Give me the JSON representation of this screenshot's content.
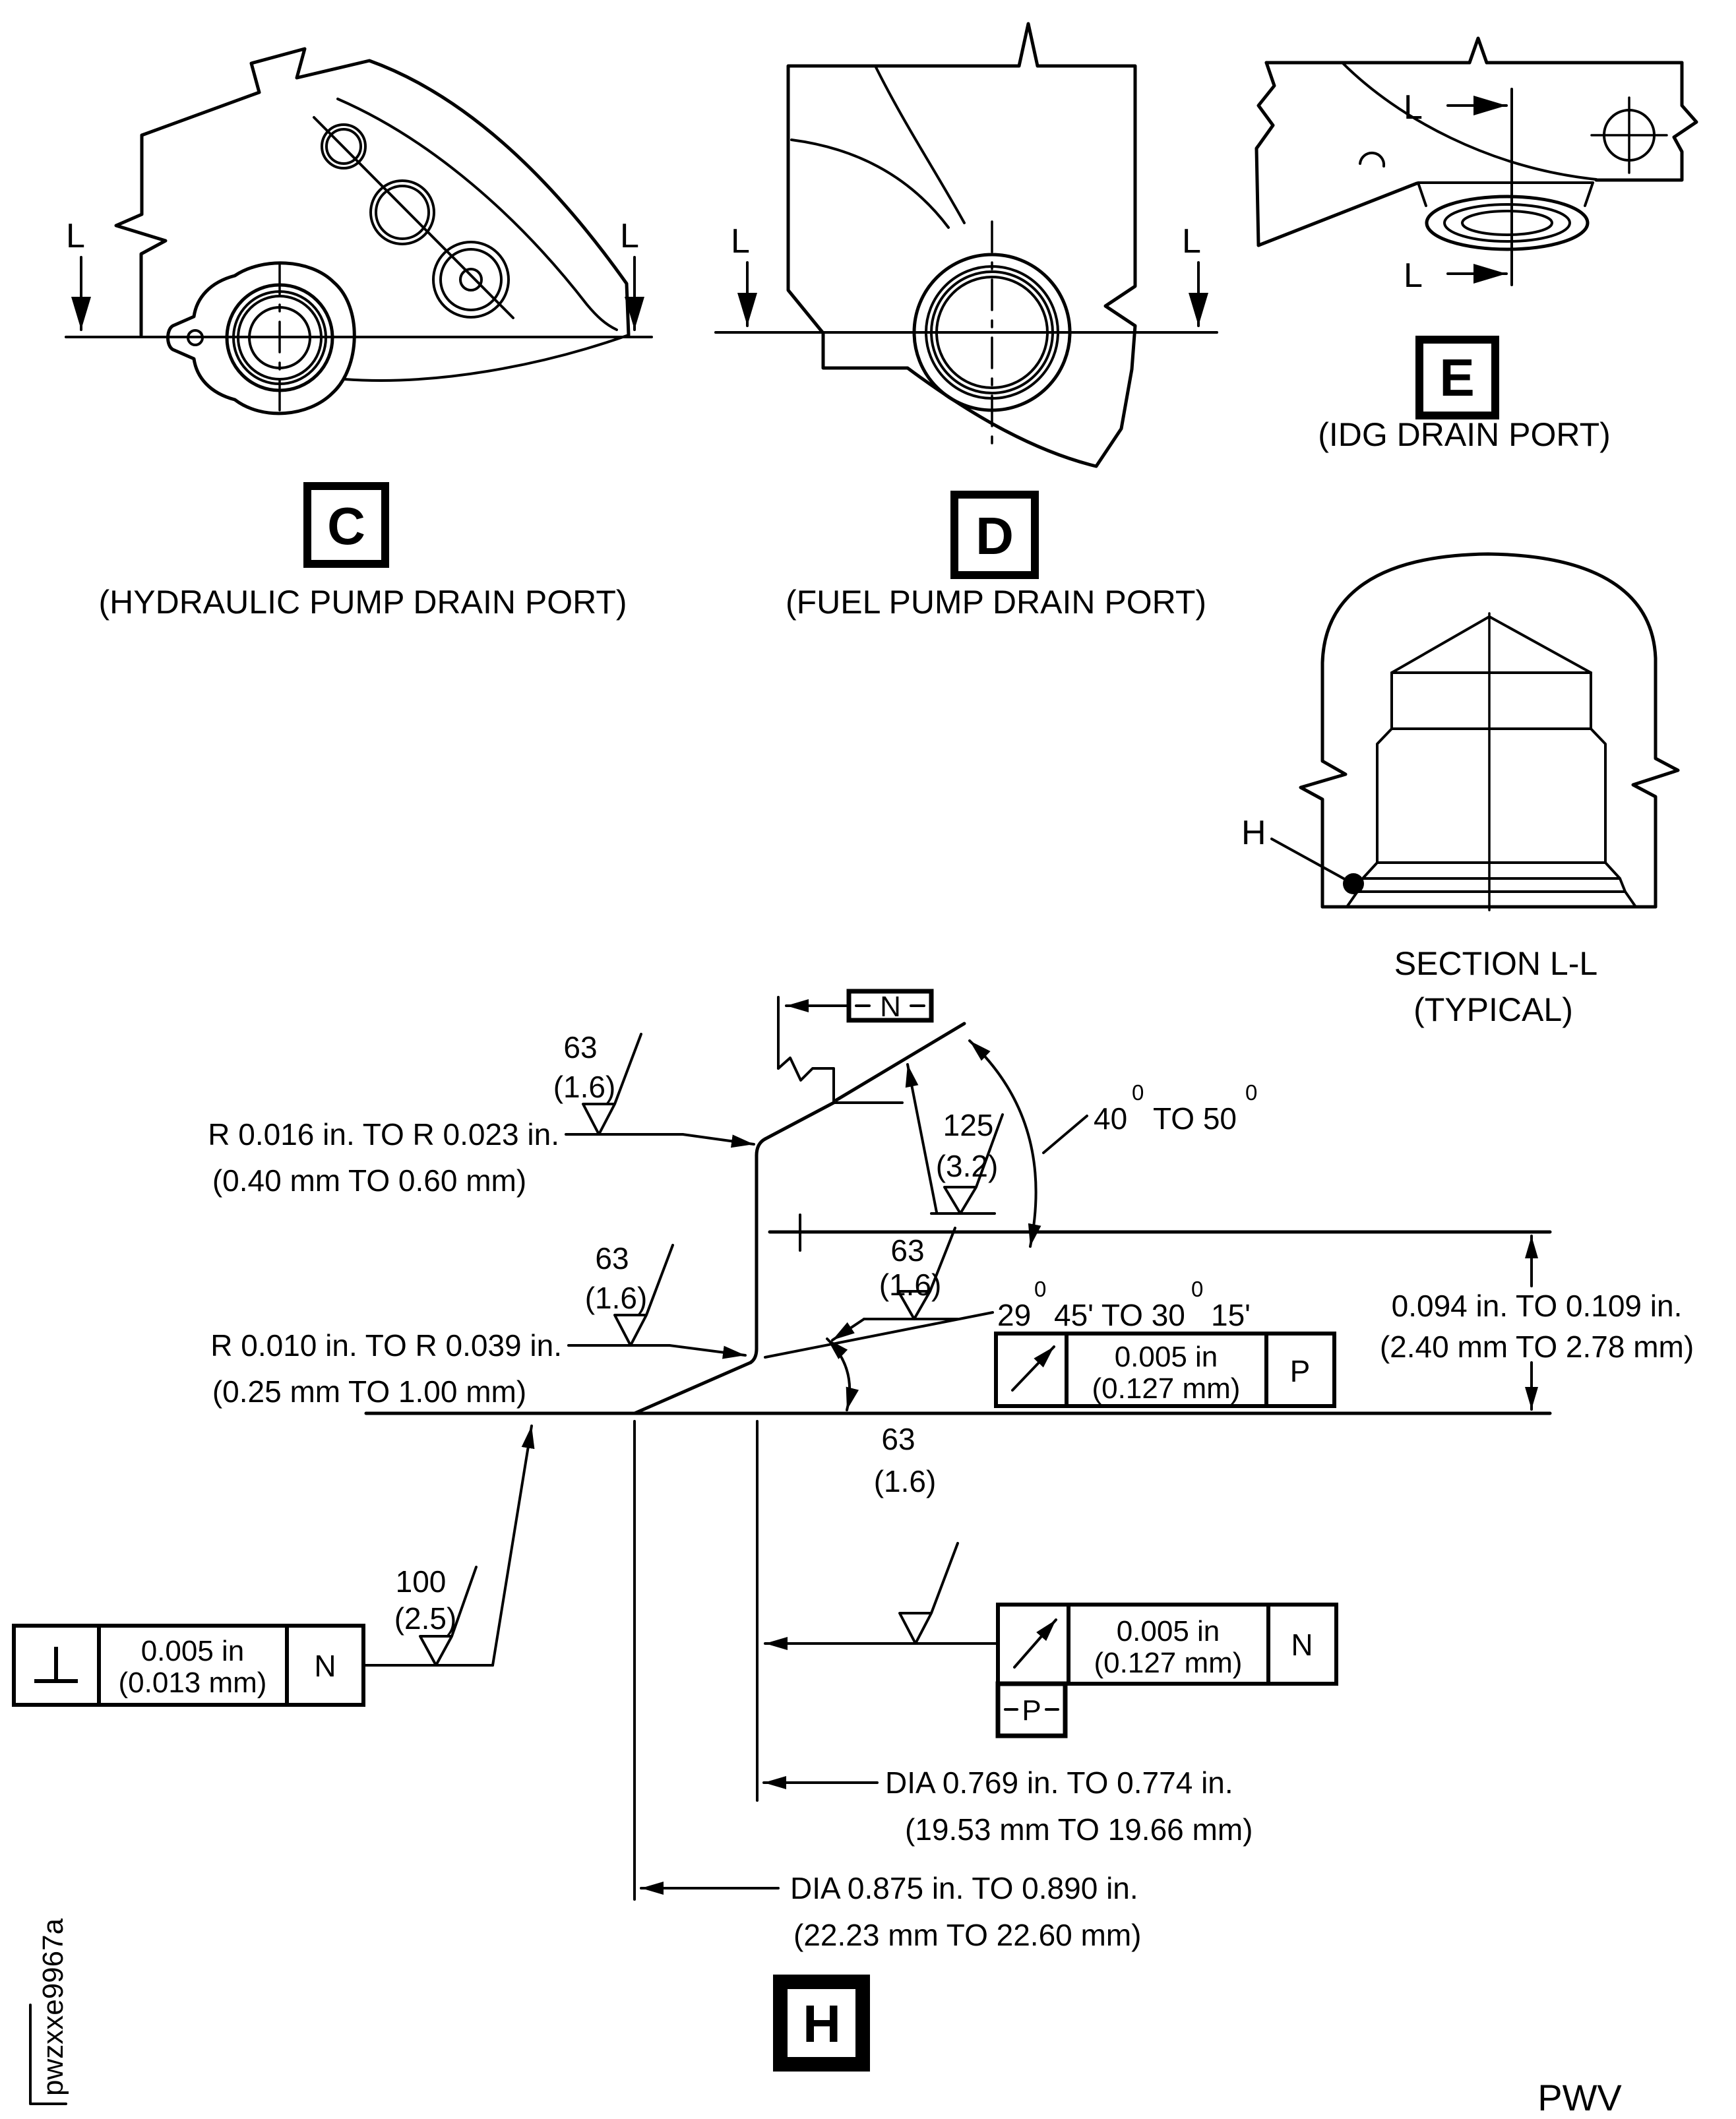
{
  "labels": {
    "section_letter": "L"
  },
  "views": {
    "c": {
      "letter": "C",
      "caption": "(HYDRAULIC PUMP DRAIN PORT)"
    },
    "d": {
      "letter": "D",
      "caption": "(FUEL PUMP DRAIN PORT)"
    },
    "e": {
      "letter": "E",
      "caption": "(IDG DRAIN PORT)"
    },
    "section": {
      "title": "SECTION L-L",
      "subtitle": "(TYPICAL)",
      "pointer": "H"
    },
    "h": {
      "letter": "H"
    }
  },
  "finish": {
    "f63": "63",
    "f63_mm": "(1.6)",
    "f125": "125",
    "f125_mm": "(3.2)",
    "f100": "100",
    "f100_mm": "(2.5)"
  },
  "radius_callouts": {
    "r1_in": "R 0.016 in. TO R 0.023 in.",
    "r1_mm": "(0.40 mm TO 0.60 mm)",
    "r2_in": "R 0.010 in. TO R 0.039 in.",
    "r2_mm": "(0.25 mm TO 1.00 mm)"
  },
  "angles": {
    "a1_p1": "40",
    "a1_s1": "0",
    "a1_p2": "TO 50",
    "a1_s2": "0",
    "a2_p1": "29",
    "a2_s1": "0",
    "a2_p2": "45' TO 30",
    "a2_s2": "0",
    "a2_p3": "15'"
  },
  "dims": {
    "height_in": "0.094 in. TO 0.109 in.",
    "height_mm": "(2.40 mm TO 2.78 mm)",
    "dia1_in": "DIA 0.769 in. TO 0.774 in.",
    "dia1_mm": "(19.53 mm TO 19.66 mm)",
    "dia2_in": "DIA 0.875 in. TO 0.890 in.",
    "dia2_mm": "(22.23 mm TO 22.60 mm)"
  },
  "datums": {
    "n": "N",
    "p": "P"
  },
  "frames": {
    "runout_p": {
      "tol_in": "0.005 in",
      "tol_mm": "(0.127 mm)",
      "datum": "P"
    },
    "runout_n": {
      "tol_in": "0.005 in",
      "tol_mm": "(0.127 mm)",
      "datum": "N"
    },
    "perp": {
      "tol_in": "0.005 in",
      "tol_mm": "(0.013 mm)",
      "datum": "N"
    }
  },
  "footer": {
    "doc_code": "pwzxxe9967a",
    "page_code": "PWV"
  }
}
